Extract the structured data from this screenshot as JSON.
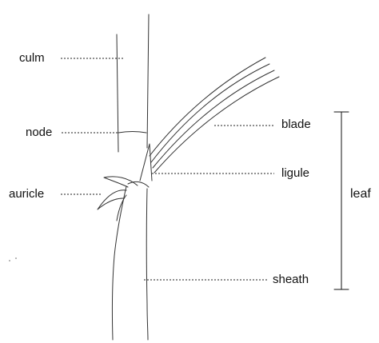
{
  "labels": {
    "culm": "culm",
    "node": "node",
    "auricle": "auricle",
    "blade": "blade",
    "ligule": "ligule",
    "sheath": "sheath",
    "leaf": "leaf"
  },
  "colors": {
    "ink": "#111111",
    "leader": "#222222",
    "background": "#ffffff"
  }
}
